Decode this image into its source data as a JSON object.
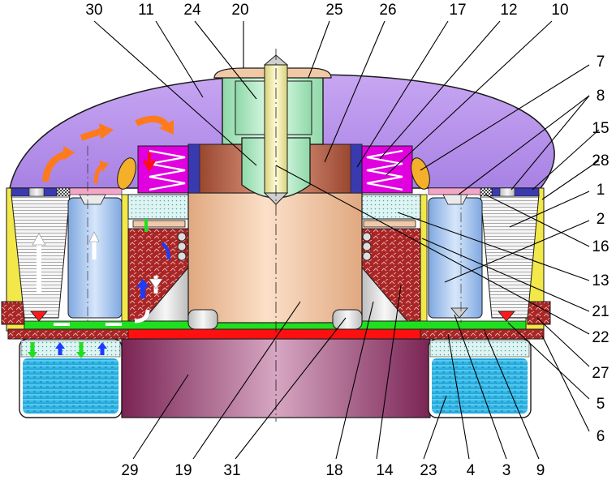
{
  "labels": {
    "top": [
      "30",
      "11",
      "24",
      "20",
      "25",
      "26",
      "17",
      "12",
      "10"
    ],
    "right": [
      "7",
      "8",
      "15",
      "28",
      "1",
      "2",
      "16",
      "13",
      "21",
      "22",
      "27",
      "5",
      "6"
    ],
    "bottom": [
      "29",
      "19",
      "31",
      "18",
      "14",
      "23",
      "4",
      "3",
      "9"
    ]
  },
  "colors": {
    "dome": "#b590e8",
    "outline": "#1a1a1a",
    "base_outer": "#8a2c5e",
    "base_center": "#c99ab5",
    "cylinder": "#f2c9a6",
    "water": "#2ab6e8",
    "red_plate": "#ff1010",
    "green_strip": "#1fe01f",
    "brick": "#a52222",
    "coil_magenta": "#e000e0",
    "filter_blue": "#a9c8ee",
    "filter_grey": "#e0e0e0",
    "yellow_bar": "#f2e84a",
    "arrow_orange": "#ff7a1a",
    "rod_yellow": "#f4f0a0",
    "cap_green": "#b9f2c9",
    "teal_block": "#20b4a4"
  }
}
